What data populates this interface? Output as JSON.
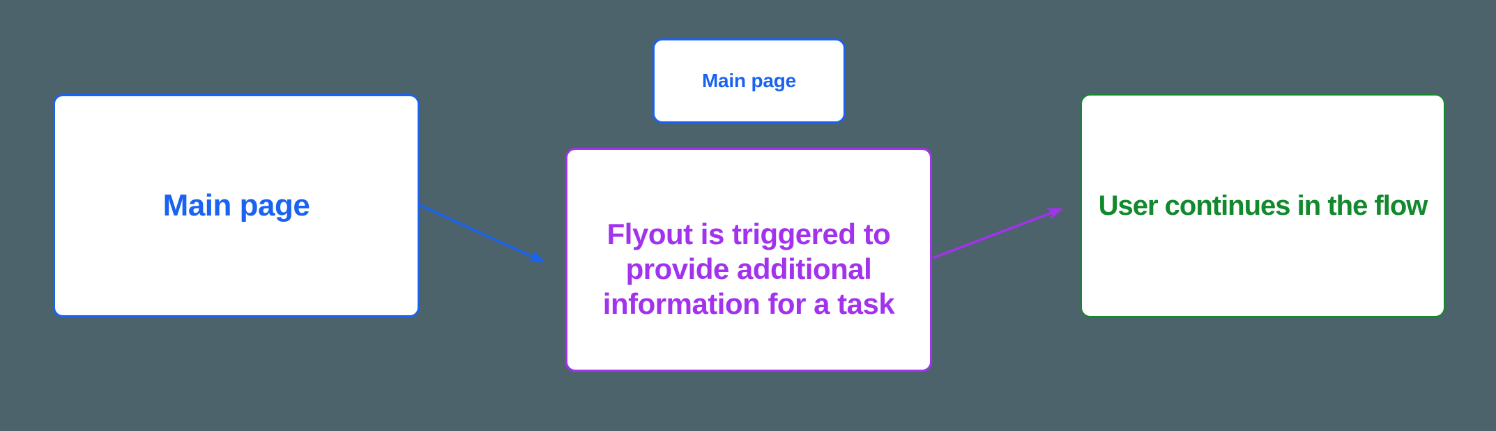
{
  "canvas": {
    "background": "#4D636C"
  },
  "colors": {
    "blue": "#1A63F0",
    "purple": "#A232EC",
    "green": "#12892D",
    "node-fill": "#FFFFFF",
    "canvas-bg": "#4D636C"
  },
  "nodes": {
    "main_large": {
      "label": "Main page",
      "accent": "#1A63F0"
    },
    "main_small": {
      "label": "Main page",
      "accent": "#1A63F0"
    },
    "flyout": {
      "label": "Flyout is triggered to\nprovide additional\ninformation for a task",
      "accent": "#A232EC"
    },
    "continue": {
      "label": "User continues in the flow",
      "accent": "#12892D"
    }
  },
  "edges": [
    {
      "from": "main_large",
      "to": "flyout",
      "color": "#1A63F0",
      "direction": "right-down"
    },
    {
      "from": "flyout",
      "to": "continue",
      "color": "#A232EC",
      "direction": "right-up"
    }
  ]
}
